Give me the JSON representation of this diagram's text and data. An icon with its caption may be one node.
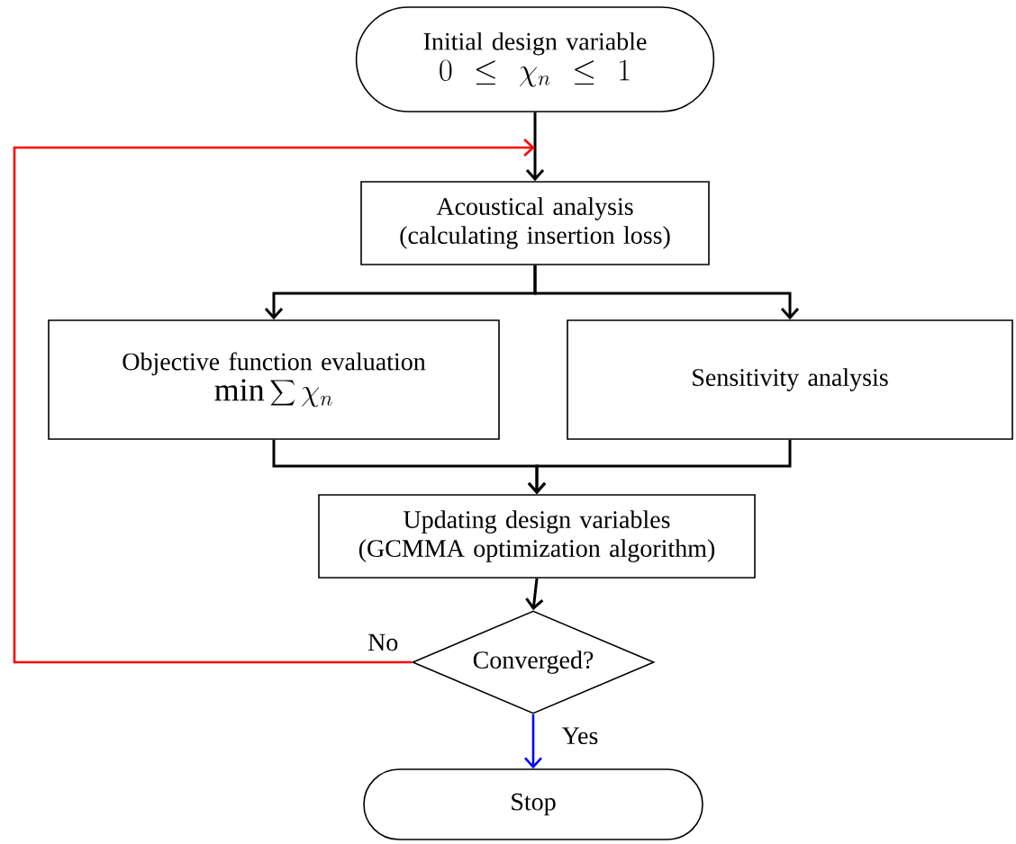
{
  "diagram": {
    "nodes": [
      {
        "text": [
          "Initial design variable",
          "0 \\le \\chi_n \\le 1"
        ]
      },
      {
        "text": [
          "Acoustical analysis (calculating insertion loss)"
        ]
      },
      {
        "text": [
          "Objective function evaluation",
          "\\min\\sum\\chi_n"
        ]
      },
      {
        "text": [
          "Sensitivity analysis"
        ]
      },
      {
        "text": [
          "Updating design variables (GCMMA optimization algorithm)"
        ]
      },
      {
        "text": [
          "Converged?"
        ]
      },
      {
        "text": [
          "Stop"
        ]
      }
    ],
    "edges": [
      {
        "from": 0,
        "to": 1,
        "arrow": "to"
      },
      {
        "from": 1,
        "to": 2,
        "arrow": "to"
      },
      {
        "from": 1,
        "to": 3,
        "arrow": "to"
      },
      {
        "from": 2,
        "to": 4,
        "arrow": "to"
      },
      {
        "from": 3,
        "to": 4,
        "arrow": "to"
      },
      {
        "from": 4,
        "to": 5,
        "arrow": "to"
      },
      {
        "from": 5,
        "to": 1,
        "arrow": "to",
        "color": "#ff0000",
        "label": "No"
      },
      {
        "from": 5,
        "to": 6,
        "arrow": "to",
        "color": "#0000ff",
        "label": "Yes"
      }
    ]
  }
}
